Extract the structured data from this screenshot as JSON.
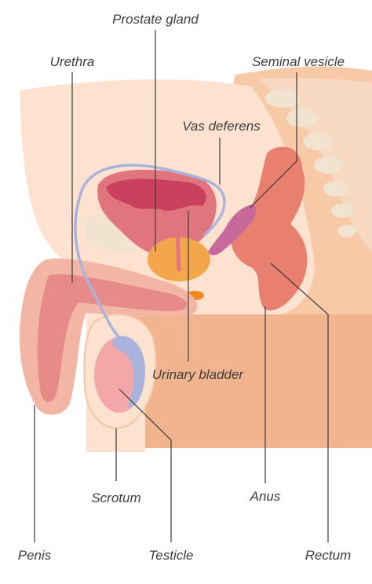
{
  "labels": {
    "prostate_gland": "Prostate gland",
    "urethra": "Urethra",
    "seminal_vesicle": "Seminal vesicle",
    "vas_deferens": "Vas deferens",
    "urinary_bladder": "Urinary bladder",
    "scrotum": "Scrotum",
    "anus": "Anus",
    "penis": "Penis",
    "testicle": "Testicle",
    "rectum": "Rectum"
  },
  "colors": {
    "skin": "#f7c9a6",
    "skin_light": "#fde3cf",
    "skin_dark": "#f2b48f",
    "bone": "#f1e3d0",
    "bladder": "#e1757e",
    "bladder_inner": "#c9415c",
    "prostate": "#f3a64a",
    "seminal_vesicle": "#c8699b",
    "vas_deferens": "#aab3dc",
    "rectum": "#e97f6e",
    "penis": "#e68a8a",
    "testicle": "#f3a7a8",
    "leader": "#3a3a3a",
    "text": "#3d3d3d"
  }
}
